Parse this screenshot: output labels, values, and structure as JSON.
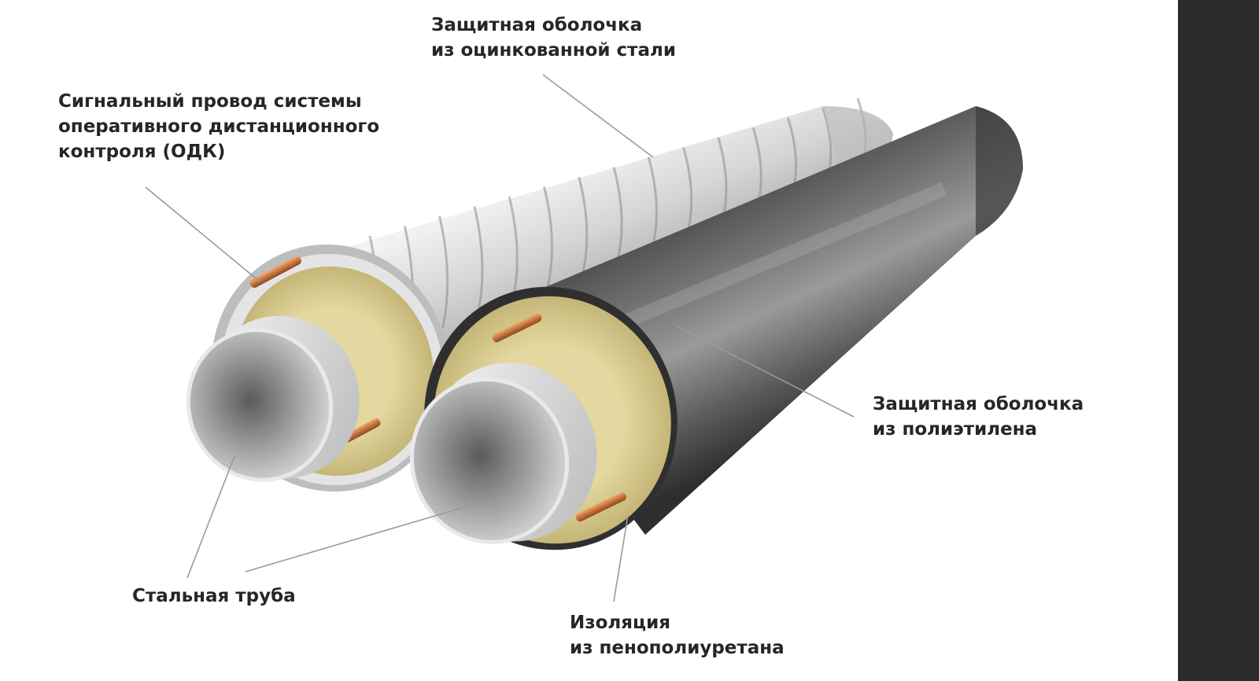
{
  "labels": {
    "galvanized_shell": [
      "Защитная оболочка",
      "из оцинкованной стали"
    ],
    "signal_wire": [
      "Сигнальный провод системы",
      "оперативного дистанционного",
      "контроля (ОДК)"
    ],
    "polyethylene_shell": [
      "Защитная оболочка",
      "из полиэтилена"
    ],
    "steel_pipe": [
      "Стальная труба"
    ],
    "insulation": [
      "Изоляция",
      "из пенополиуретана"
    ]
  },
  "colors": {
    "background": "#ffffff",
    "label_text": "#262626",
    "leader_line": "#9a9a9a",
    "foam_insulation": "#d8cb8e",
    "copper_wire": "#c8723a",
    "polyethylene": "#4e4e4e",
    "galvanized_steel": "#c9c9c9",
    "right_bar": "#2b2b2b"
  }
}
